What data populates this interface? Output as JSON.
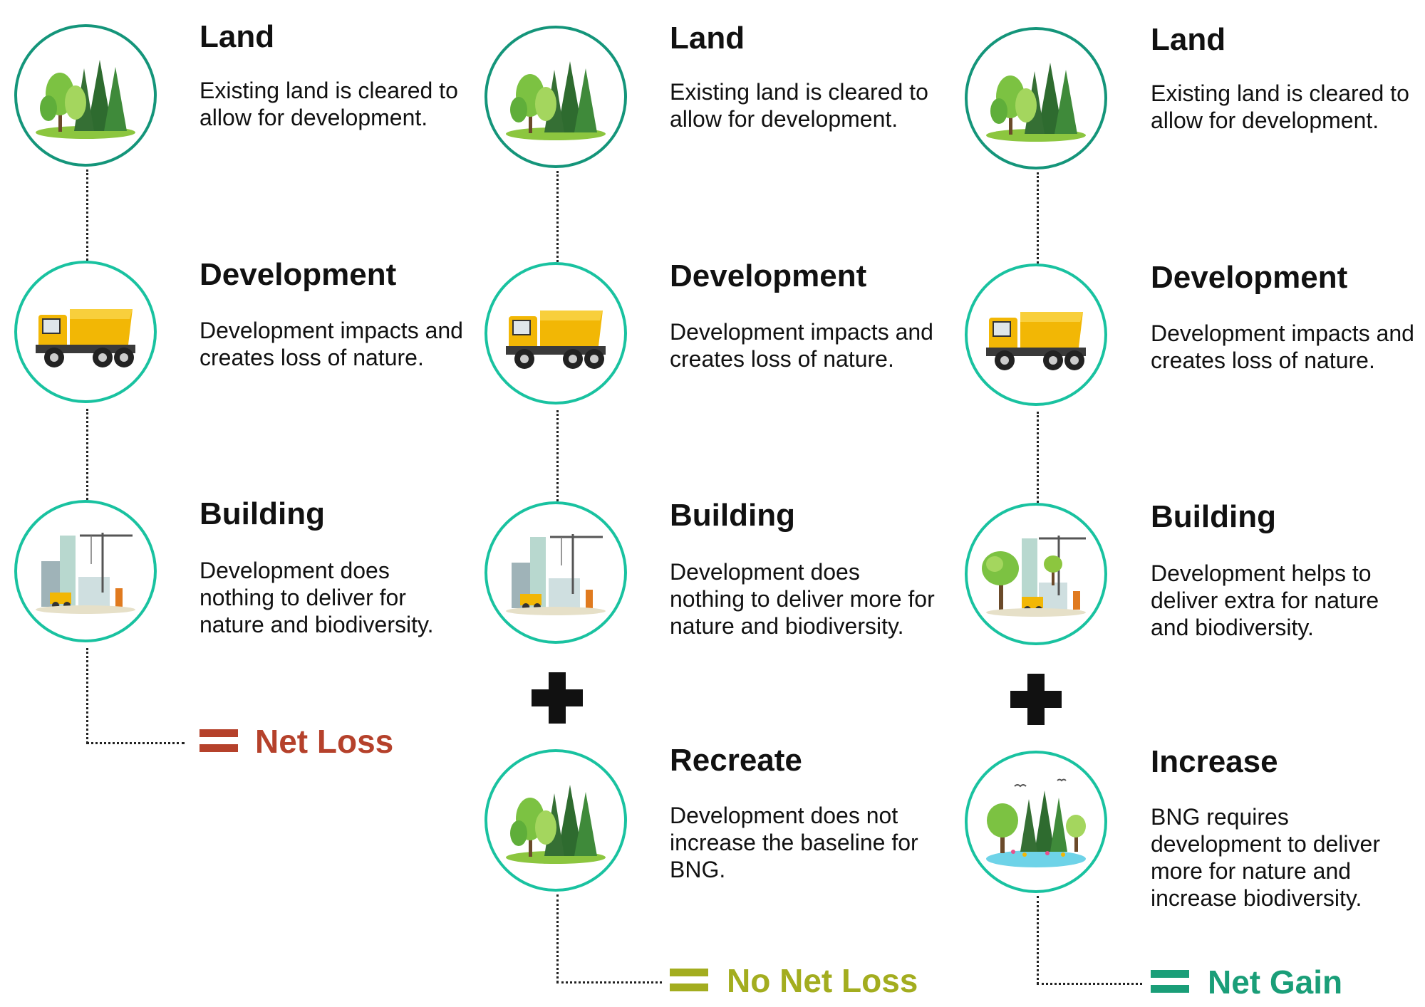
{
  "columns": [
    {
      "steps": [
        {
          "title": "Land",
          "desc": "Existing land is cleared to allow for development.",
          "icon": "forest-icon"
        },
        {
          "title": "Development",
          "desc": "Development impacts and creates loss of nature.",
          "icon": "dump-truck-icon"
        },
        {
          "title": "Building",
          "desc": "Development does nothing to deliver for nature and biodiversity.",
          "icon": "construction-site-icon"
        }
      ],
      "outcome": {
        "label": "Net Loss",
        "color": "#b5412b"
      }
    },
    {
      "steps": [
        {
          "title": "Land",
          "desc": "Existing land is cleared to allow for development.",
          "icon": "forest-icon"
        },
        {
          "title": "Development",
          "desc": "Development impacts and creates loss of nature.",
          "icon": "dump-truck-icon"
        },
        {
          "title": "Building",
          "desc": "Development does nothing to deliver more for nature and biodiversity.",
          "icon": "construction-site-icon"
        },
        {
          "title": "Recreate",
          "desc": "Development does not increase the baseline for BNG.",
          "icon": "forest-icon"
        }
      ],
      "outcome": {
        "label": "No Net Loss",
        "color": "#a3ad1f"
      }
    },
    {
      "steps": [
        {
          "title": "Land",
          "desc": "Existing land is cleared to allow for development.",
          "icon": "forest-icon"
        },
        {
          "title": "Development",
          "desc": "Development impacts and creates loss of nature.",
          "icon": "dump-truck-icon"
        },
        {
          "title": "Building",
          "desc": "Development helps to deliver extra  for nature and biodiversity.",
          "icon": "construction-site-with-trees-icon"
        },
        {
          "title": "Increase",
          "desc": "BNG requires development to deliver more for nature and increase biodiversity.",
          "icon": "thriving-habitat-icon"
        }
      ],
      "outcome": {
        "label": "Net Gain",
        "color": "#1a9e78"
      }
    }
  ],
  "colors": {
    "circle_border": "#19c2a0",
    "circle_border_dark": "#14957a",
    "plus": "#111111"
  }
}
